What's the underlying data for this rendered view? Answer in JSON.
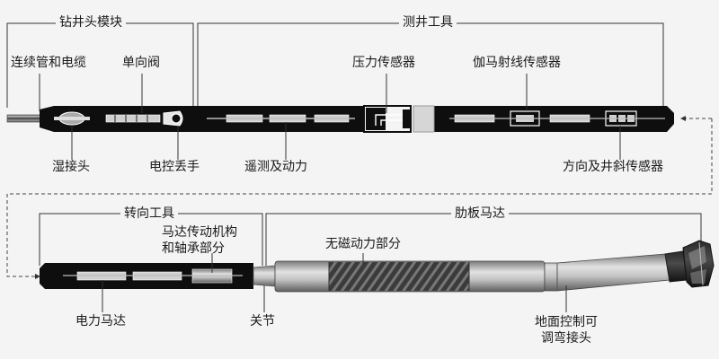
{
  "labels": {
    "drill_head_module": "钻井头模块",
    "logging_tools": "测井工具",
    "coiled_tubing": "连续管和电缆",
    "check_valve": "单向阀",
    "pressure_sensor": "压力传感器",
    "gamma_sensor": "伽马射线传感器",
    "wet_connector": "湿接头",
    "electric_release": "电控丢手",
    "telemetry_power": "遥测及动力",
    "direction_sensor": "方向及井斜传感器",
    "steering_tool": "转向工具",
    "rib_motor": "肋板马达",
    "motor_transmission": "马达传动机构\n和轴承部分",
    "nonmag_power": "无磁动力部分",
    "electric_motor": "电力马达",
    "joint": "关节",
    "adjustable_bend": "地面控制可\n调弯接头"
  },
  "colors": {
    "body": "#0e0e0e",
    "steel": "#b9b9b9",
    "line": "#333333",
    "bg": "#f4f4f4"
  }
}
